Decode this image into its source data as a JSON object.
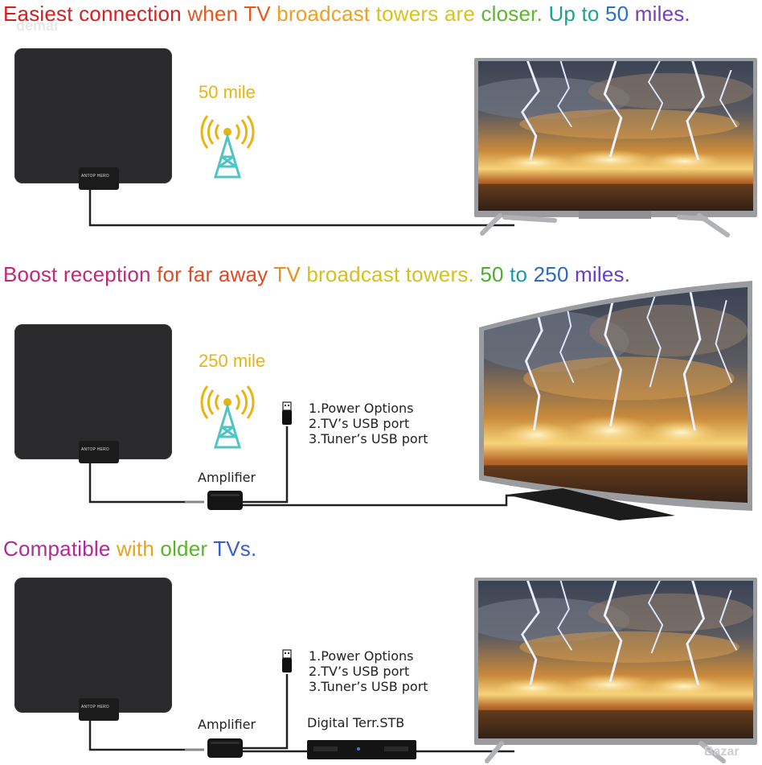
{
  "watermark_top": "demai",
  "watermark_corner": "Bazar",
  "section1": {
    "headline": [
      {
        "text": "Easiest connection ",
        "color": "#d6201f"
      },
      {
        "text": "when TV ",
        "color": "#e4581a"
      },
      {
        "text": "broadcast ",
        "color": "#f0a020"
      },
      {
        "text": "towers are ",
        "color": "#d9c21a"
      },
      {
        "text": "closer. ",
        "color": "#5bb82a"
      },
      {
        "text": "Up to ",
        "color": "#1fa090"
      },
      {
        "text": "50 ",
        "color": "#2a72c8"
      },
      {
        "text": "miles.",
        "color": "#7a3cc0"
      }
    ],
    "mile": "50 mile",
    "brand": "ANTOP HERO"
  },
  "section2": {
    "headline": [
      {
        "text": "Boost reception ",
        "color": "#c0287a"
      },
      {
        "text": "for far away ",
        "color": "#e24a22"
      },
      {
        "text": "TV ",
        "color": "#f08a1c"
      },
      {
        "text": "broadcast towers. ",
        "color": "#d6c01e"
      },
      {
        "text": "50 ",
        "color": "#4ab02c"
      },
      {
        "text": "to ",
        "color": "#1c98a4"
      },
      {
        "text": "250 ",
        "color": "#2a6ac8"
      },
      {
        "text": "miles.",
        "color": "#6a3cc4"
      }
    ],
    "mile": "250 mile",
    "brand": "ANTOP HERO",
    "amplifier": "Amplifier",
    "options": [
      "1.Power Options",
      "2.TV’s USB port",
      "3.Tuner’s USB port"
    ]
  },
  "section3": {
    "headline": [
      {
        "text": "Compatible ",
        "color": "#b02a9a"
      },
      {
        "text": "with ",
        "color": "#e8a21c"
      },
      {
        "text": "older ",
        "color": "#5ab42a"
      },
      {
        "text": "TVs.",
        "color": "#3a5ec8"
      }
    ],
    "brand": "ANTOP HERO",
    "amplifier": "Amplifier",
    "stb": "Digital Terr.STB",
    "options": [
      "1.Power Options",
      "2.TV’s USB port",
      "3.Tuner’s USB port"
    ]
  },
  "colors": {
    "mile": "#e8b410",
    "tower": "#4fc4c4",
    "signal": "#e8b410"
  }
}
